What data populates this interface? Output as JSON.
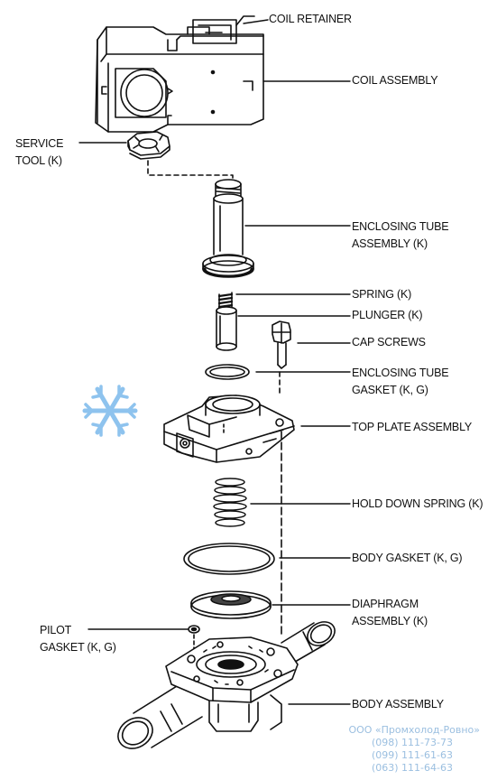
{
  "labels": {
    "coil_retainer": "COIL RETAINER",
    "coil_assembly": "COIL ASSEMBLY",
    "service_tool": "SERVICE\nTOOL (K)",
    "enclosing_tube_assembly": "ENCLOSING TUBE\nASSEMBLY (K)",
    "spring": "SPRING (K)",
    "plunger": "PLUNGER (K)",
    "cap_screws": "CAP SCREWS",
    "enclosing_tube_gasket": "ENCLOSING TUBE\nGASKET (K, G)",
    "top_plate_assembly": "TOP PLATE ASSEMBLY",
    "hold_down_spring": "HOLD DOWN SPRING (K)",
    "body_gasket": "BODY GASKET (K, G)",
    "diaphragm_assembly": "DIAPHRAGM\nASSEMBLY (K)",
    "pilot_gasket": "PILOT\nGASKET (K, G)",
    "body_assembly": "BODY ASSEMBLY"
  },
  "watermark": {
    "company": "ООО «Промхолод-Ровно»",
    "phone_1": "(098) 111-73-73",
    "phone_2": "(099) 111-61-63",
    "phone_3": "(063) 111-64-63"
  },
  "icons": {
    "snowflake": "snowflake-icon"
  },
  "colors": {
    "line": "#111111",
    "snowflake": "#8ec3ee",
    "watermark": "#9bbfe0"
  }
}
